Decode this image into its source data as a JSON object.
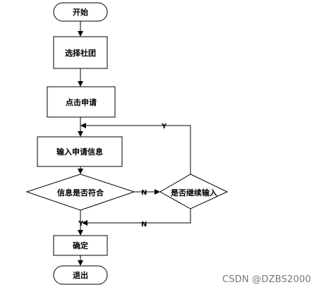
{
  "nodes": {
    "start": "开始",
    "select_club": "选择社团",
    "click_apply": "点击申请",
    "input_info": "输入申请信息",
    "info_match": "信息是否符合",
    "continue_input": "是否继续输入",
    "confirm": "确定",
    "exit": "退出"
  },
  "edges": {
    "yes_retry": "Y",
    "no_to_continue": "N",
    "yes_match": "Y",
    "no_exit_loop": "N"
  },
  "watermark": "CSDN @DZBS2000"
}
